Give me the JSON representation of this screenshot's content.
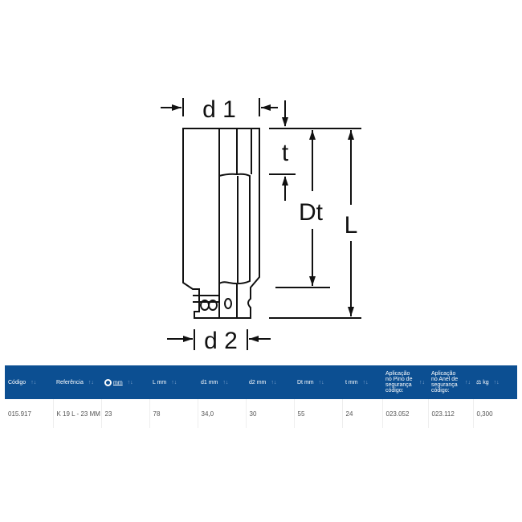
{
  "drawing": {
    "d1": "d 1",
    "d2": "d 2",
    "t": "t",
    "Dt": "Dt",
    "L": "L"
  },
  "table": {
    "headers": [
      "Código",
      "Referência",
      "mm",
      "L mm",
      "d1 mm",
      "d2 mm",
      "Dt mm",
      "t mm",
      "Aplicação no Pino de segurança código:",
      "Aplicação no Anel de segurança código:",
      "kg"
    ],
    "header_icons": {
      "col2": "hexagon-icon",
      "col10": "scale-icon",
      "sort": "sort-arrows-icon"
    },
    "rows": [
      [
        "015.917",
        "K 19 L - 23 MM",
        "23",
        "78",
        "34,0",
        "30",
        "55",
        "24",
        "023.052",
        "023.112",
        "0,300"
      ]
    ]
  },
  "colors": {
    "header_bg": "#0c4f92"
  }
}
